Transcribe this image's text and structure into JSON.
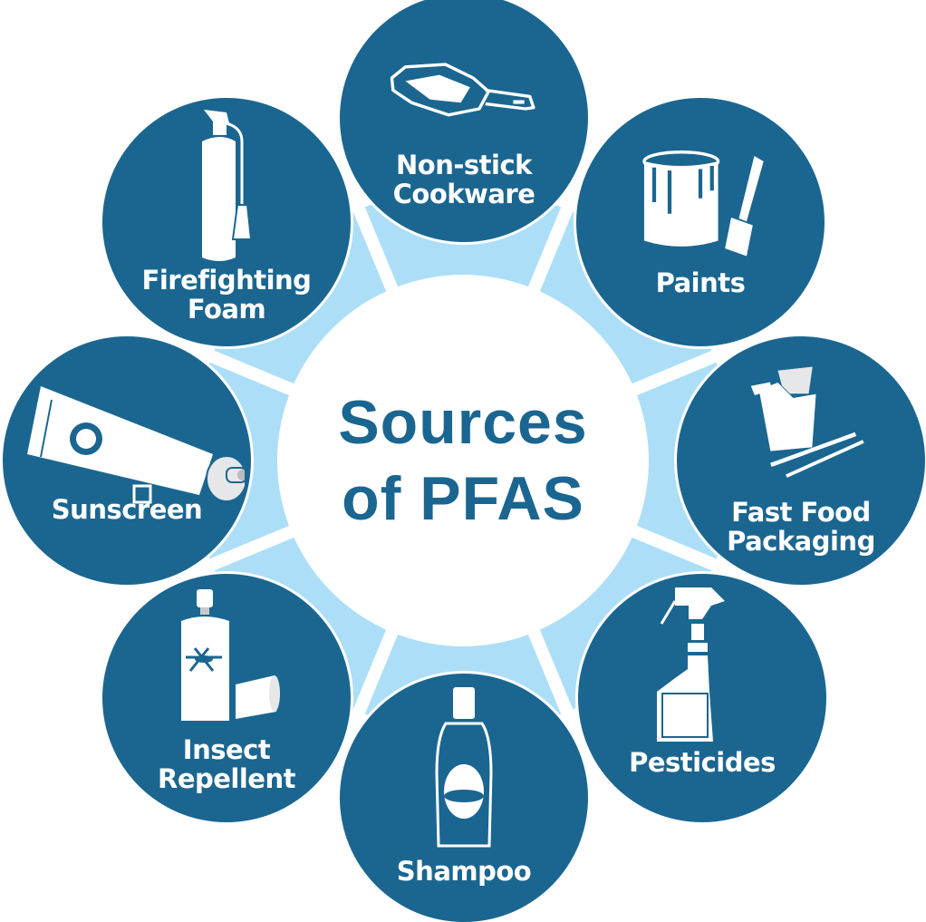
{
  "title": {
    "line1": "Sources",
    "line2": "of PFAS"
  },
  "colors": {
    "dark_blue": "#1b6690",
    "light_blue": "#acdff7",
    "white": "#ffffff"
  },
  "sources": [
    {
      "id": "cookware",
      "line1": "Non-stick",
      "line2": "Cookware",
      "icon": "frying-pan-icon"
    },
    {
      "id": "paints",
      "line1": "Paints",
      "line2": "",
      "icon": "paint-can-brush-icon"
    },
    {
      "id": "fast-food",
      "line1": "Fast Food",
      "line2": "Packaging",
      "icon": "takeout-box-chopsticks-icon"
    },
    {
      "id": "pesticides",
      "line1": "Pesticides",
      "line2": "",
      "icon": "spray-bottle-icon"
    },
    {
      "id": "shampoo",
      "line1": "Shampoo",
      "line2": "",
      "icon": "shampoo-bottle-icon"
    },
    {
      "id": "insect-repellent",
      "line1": "Insect",
      "line2": "Repellent",
      "icon": "aerosol-can-mosquito-icon"
    },
    {
      "id": "sunscreen",
      "line1": "Sunscreen",
      "line2": "",
      "icon": "sunscreen-tube-icon"
    },
    {
      "id": "firefighting-foam",
      "line1": "Firefighting",
      "line2": "Foam",
      "icon": "fire-extinguisher-icon"
    }
  ]
}
